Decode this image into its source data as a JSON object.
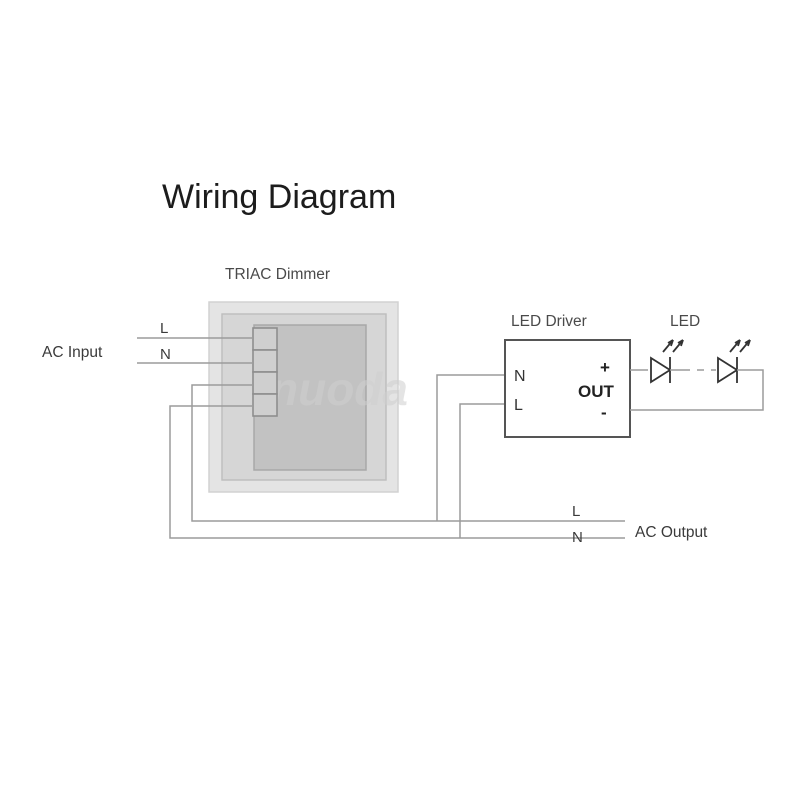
{
  "page": {
    "title": "Wiring Diagram",
    "background_color": "#ffffff"
  },
  "watermark": {
    "text": "nuoda"
  },
  "blocks": {
    "dimmer": {
      "label": "TRIAC Dimmer",
      "terminal_count": 4,
      "panel_color": "#e4e4e4",
      "inner_color": "#c2c2c2"
    },
    "driver": {
      "label": "LED Driver",
      "port_n": "N",
      "port_l": "L",
      "out_label": "OUT",
      "out_positive": "+",
      "out_negative": "-",
      "box_color": "#ffffff",
      "stroke_color": "#555555"
    },
    "led": {
      "label": "LED",
      "count": 2,
      "link_style": "dashed"
    }
  },
  "connections": {
    "ac_input": {
      "label": "AC Input",
      "line_l": "L",
      "line_n": "N"
    },
    "ac_output": {
      "label": "AC Output",
      "line_l": "L",
      "line_n": "N"
    }
  },
  "colors": {
    "wire": "#9b9b9b",
    "text": "#2b2b2b",
    "panel_border": "#bfbfbf"
  }
}
